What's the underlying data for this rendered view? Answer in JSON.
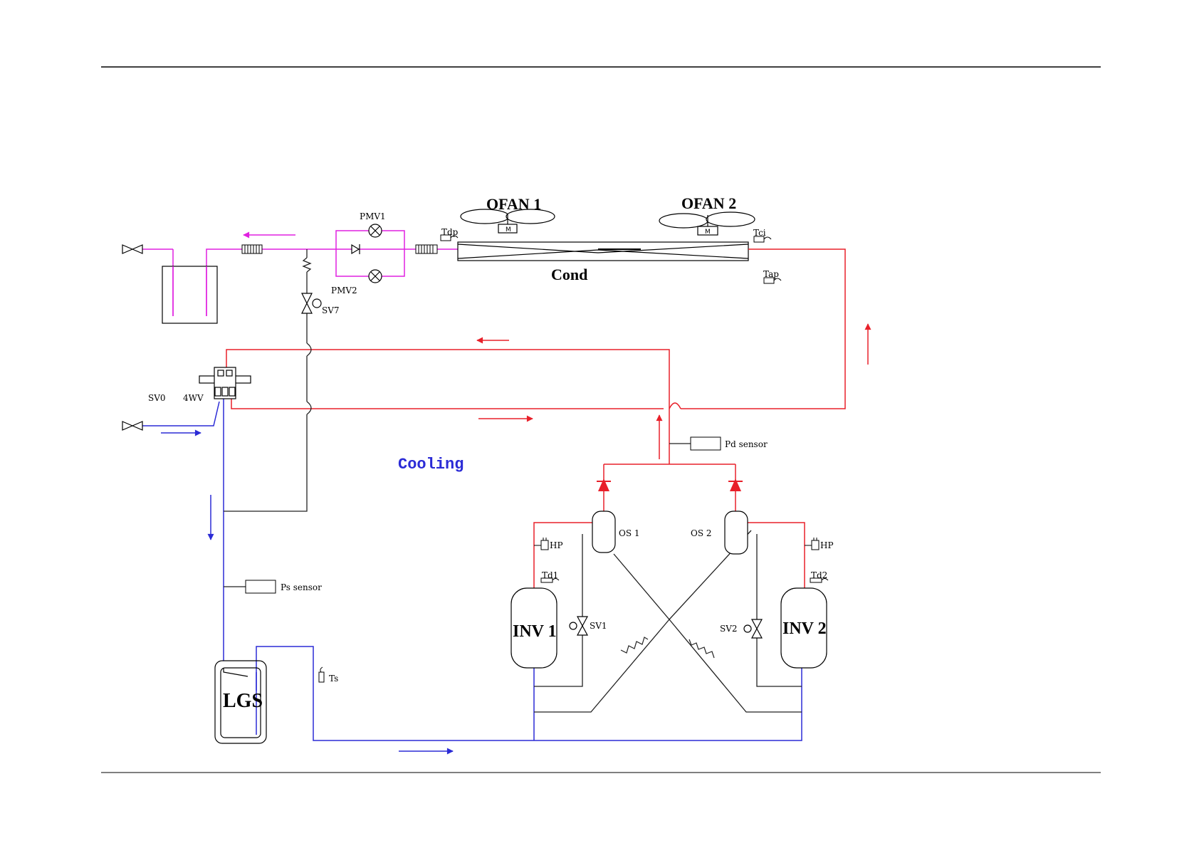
{
  "colors": {
    "discharge": "#e8202a",
    "suction": "#2b2bd6",
    "liquid": "#e020e0",
    "line": "#222222"
  },
  "labels": {
    "ofan1": "OFAN 1",
    "ofan2": "OFAN 2",
    "pmv1": "PMV1",
    "pmv2": "PMV2",
    "tdp": "Tdp",
    "tci": "Tci",
    "tap": "Tap",
    "cond": "Cond",
    "sv7": "SV7",
    "sv0": "SV0",
    "wv4": "4WV",
    "cooling": "Cooling",
    "pd_sensor": "Pd sensor",
    "ps_sensor": "Ps sensor",
    "lgs": "LGS",
    "ts": "Ts",
    "os1": "OS 1",
    "os2": "OS 2",
    "hp1": "HP",
    "hp2": "HP",
    "td1": "Td1",
    "td2": "Td2",
    "inv1": "INV 1",
    "inv2": "INV 2",
    "sv1": "SV1",
    "sv2": "SV2"
  }
}
